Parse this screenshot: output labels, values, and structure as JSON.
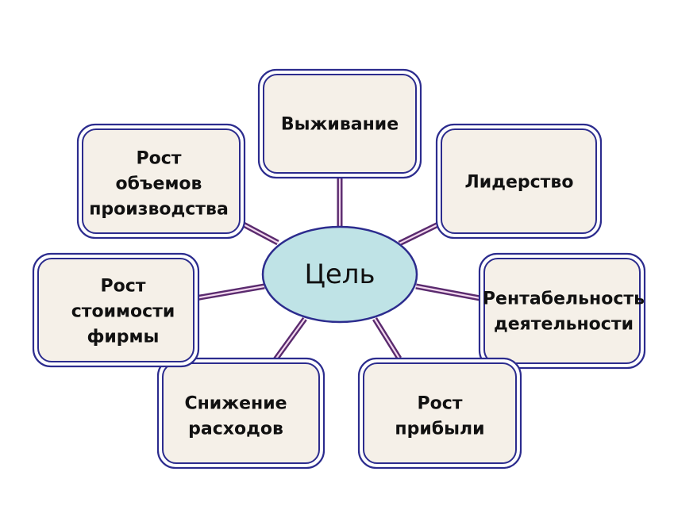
{
  "diagram": {
    "center": {
      "label": "Цель"
    },
    "nodes": [
      {
        "id": "survival",
        "lines": [
          "Выживание"
        ]
      },
      {
        "id": "leadership",
        "lines": [
          "Лидерство"
        ]
      },
      {
        "id": "profitability",
        "lines": [
          "Рентабельность",
          "деятельности"
        ]
      },
      {
        "id": "profit-growth",
        "lines": [
          "Рост",
          "прибыли"
        ]
      },
      {
        "id": "cost-reduction",
        "lines": [
          "Снижение",
          "расходов"
        ]
      },
      {
        "id": "firm-value-growth",
        "lines": [
          "Рост",
          "стоимости",
          "фирмы"
        ]
      },
      {
        "id": "production-growth",
        "lines": [
          "Рост",
          "объемов",
          "производства"
        ]
      }
    ],
    "colors": {
      "box_fill": "#f5f0e8",
      "box_border": "#2c2c8e",
      "center_fill": "#bfe3e6",
      "connector": "#5a2a6e"
    }
  }
}
